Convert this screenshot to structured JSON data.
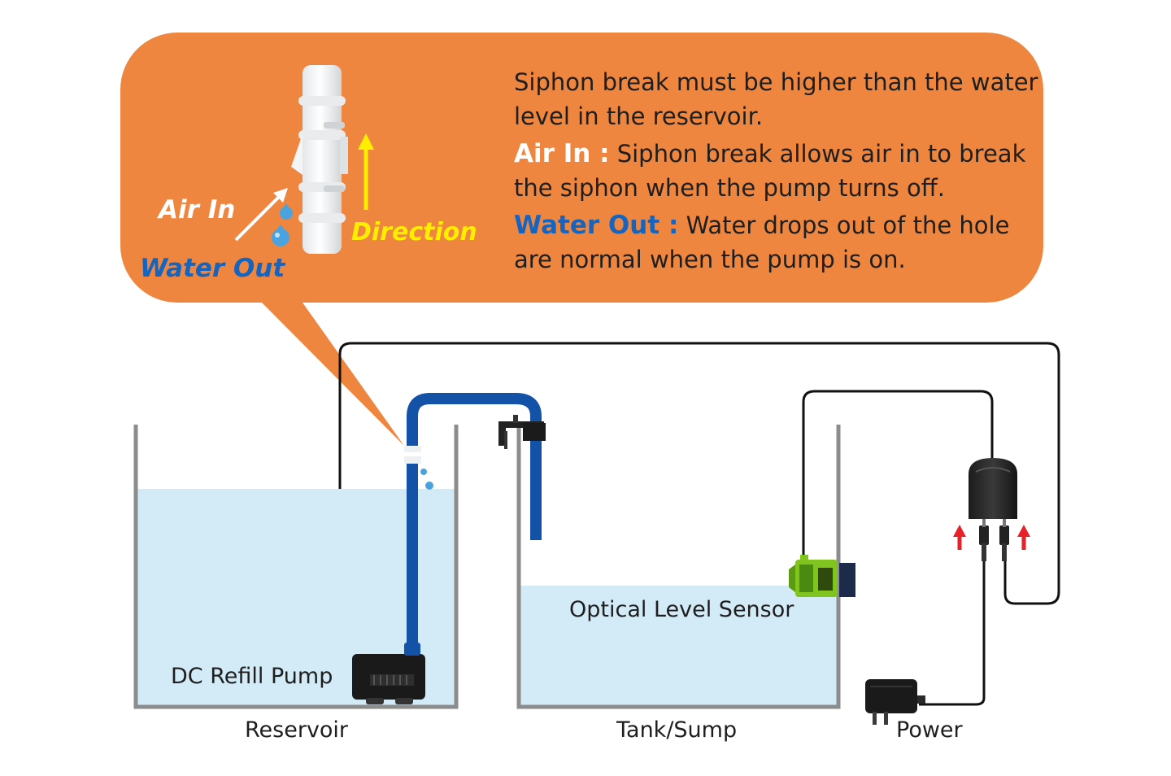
{
  "callout": {
    "line1": "Siphon break must be higher than the water level in the reservoir.",
    "air_in_key": "Air In :",
    "air_in_text": "Siphon break allows air in to break the siphon when the pump turns off.",
    "water_out_key": "Water Out :",
    "water_out_text": "Water drops out of the hole are normal when the pump is on."
  },
  "detail_labels": {
    "air_in": "Air In",
    "water_out": "Water Out",
    "direction": "Direction"
  },
  "labels": {
    "pump": "DC Refill Pump",
    "reservoir": "Reservoir",
    "sensor": "Optical Level Sensor",
    "tank": "Tank/Sump",
    "power": "Power"
  },
  "colors": {
    "callout_bg": "#ee8640",
    "water": "#d3ebf7",
    "tube": "#1452a8",
    "wall": "#8c8c8c",
    "direction": "#ffee00",
    "water_out_text": "#1565c0",
    "red_arrow": "#e8202a"
  }
}
